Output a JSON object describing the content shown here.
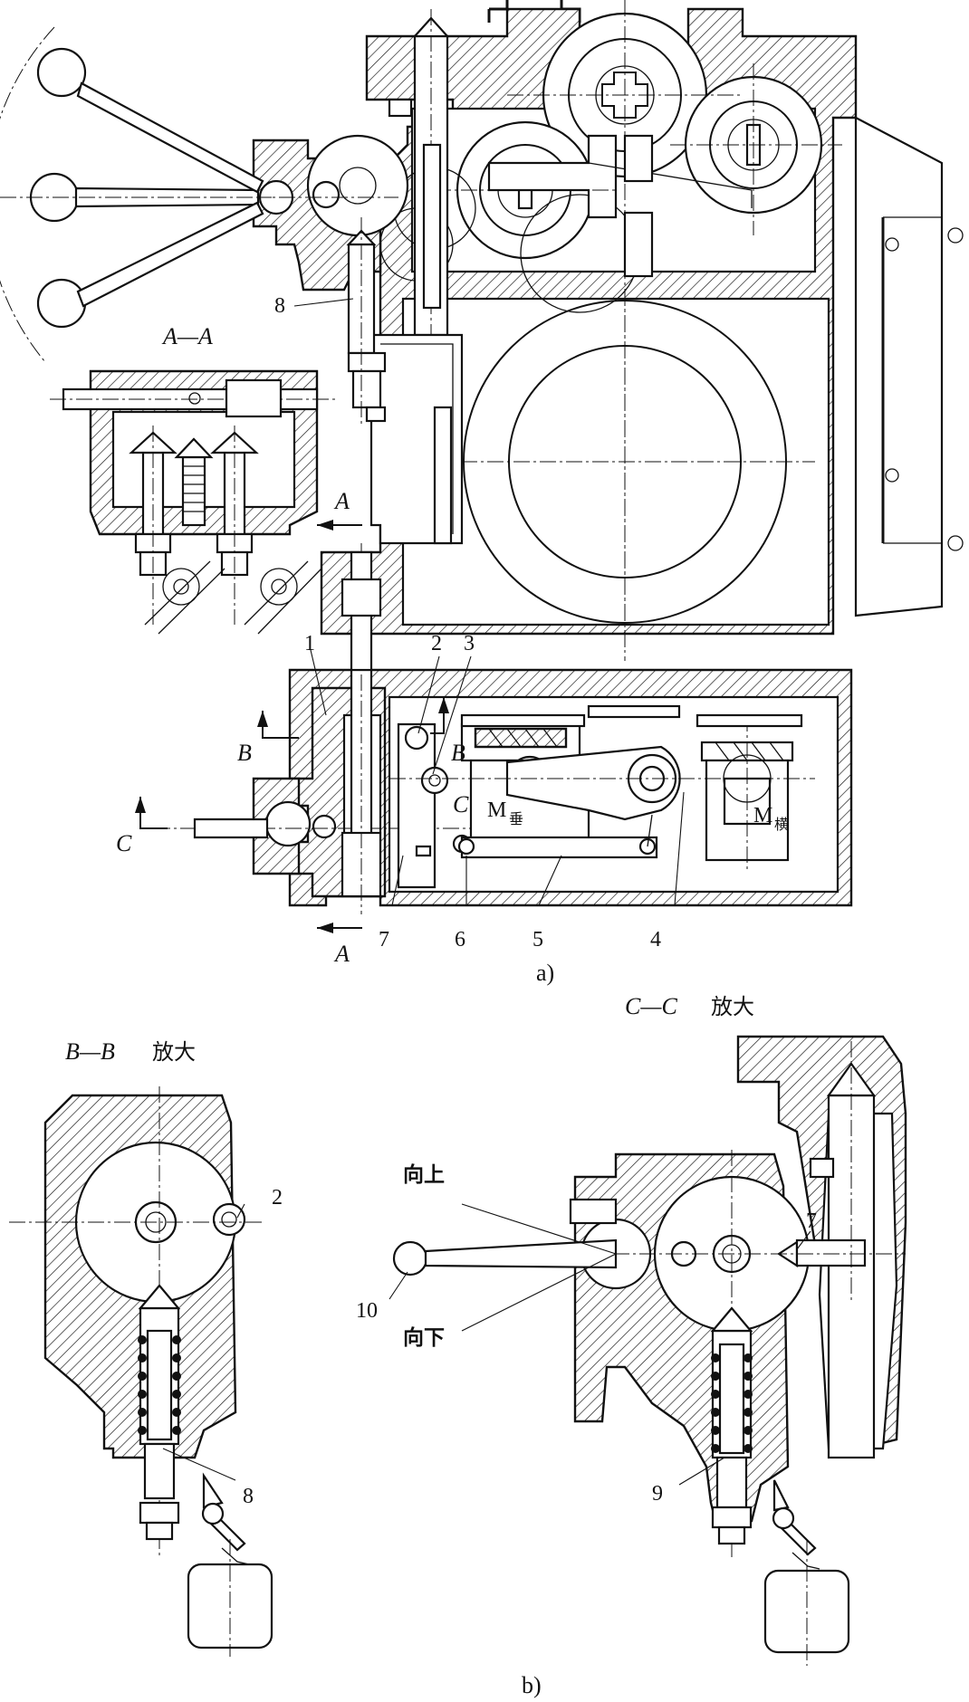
{
  "figure": {
    "caption_a": "a)",
    "caption_b": "b)"
  },
  "sections": {
    "aa": {
      "title": "A—A",
      "mark": "A"
    },
    "bb": {
      "title": "B—B",
      "suffix": "放大",
      "mark": "B"
    },
    "cc": {
      "title": "C—C",
      "suffix": "放大",
      "mark": "C"
    }
  },
  "motors": {
    "vertical": {
      "letter": "M",
      "sub": "垂"
    },
    "horizontal": {
      "letter": "M",
      "sub": "横"
    }
  },
  "directions": {
    "up": "向上",
    "down": "向下"
  },
  "part_numbers": {
    "p1": "1",
    "p2": "2",
    "p3": "3",
    "p4": "4",
    "p5": "5",
    "p6": "6",
    "p7": "7",
    "p8": "8",
    "p9": "9",
    "p10": "10",
    "bb_p2": "2",
    "bb_p8": "8",
    "cc_p7": "7"
  }
}
